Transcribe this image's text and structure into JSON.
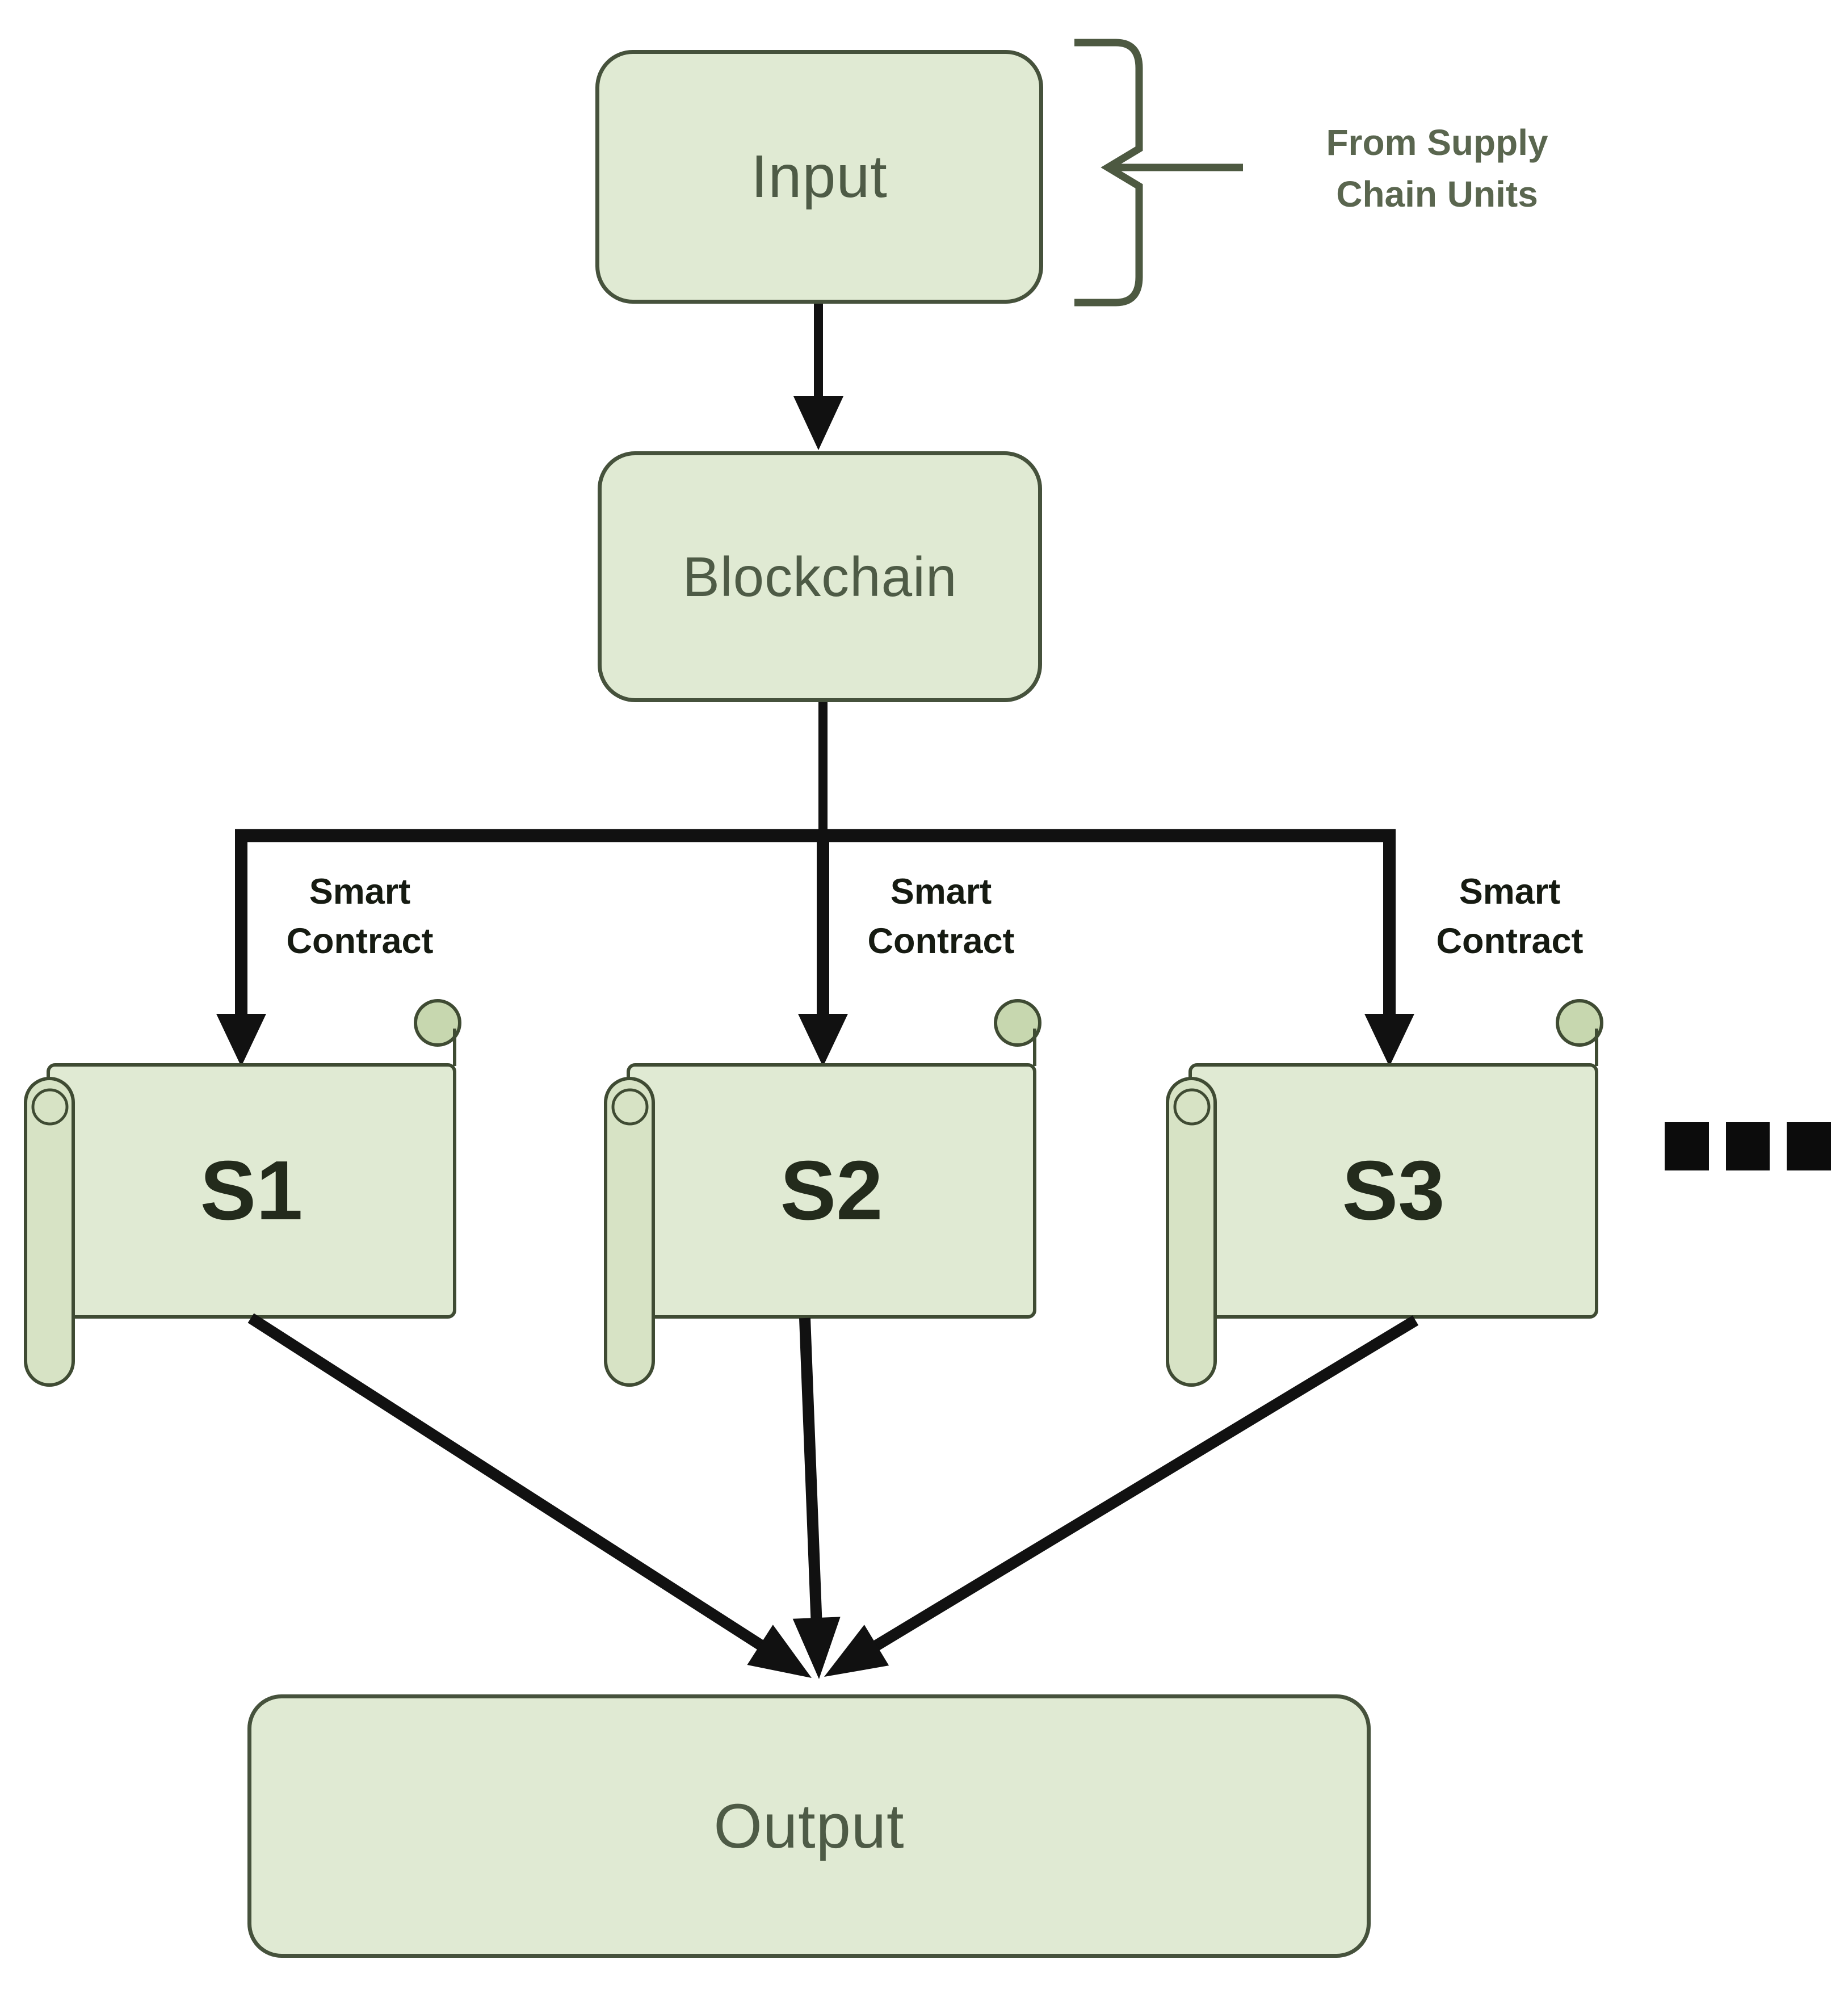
{
  "diagram": {
    "background": "#ffffff",
    "nodes": {
      "input": {
        "label": "Input"
      },
      "blockchain": {
        "label": "Blockchain"
      },
      "scrolls": [
        {
          "label": "S1"
        },
        {
          "label": "S2"
        },
        {
          "label": "S3"
        }
      ],
      "output": {
        "label": "Output"
      }
    },
    "edge_labels": [
      "Smart\nContract",
      "Smart\nContract",
      "Smart\nContract"
    ],
    "annotation": {
      "label": "From Supply\nChain Units"
    },
    "icons": {
      "ellipsis": "more-smart-contracts-ellipsis",
      "brace": "grouping-bracket",
      "scroll": "smart-contract-scroll"
    },
    "colors": {
      "node_fill": "#e0ead3",
      "node_border": "#46523c",
      "node_text": "#4e5b46",
      "scroll_fill": "#e0ead3",
      "scroll_roll_fill": "#d7e3c5",
      "scroll_curl_fill": "#c7d7af",
      "scroll_stroke": "#3f4b33",
      "arrow": "#111111",
      "brace": "#4d5941",
      "edge_label_text": "#161b12",
      "scroll_label_text": "#232b1c",
      "annotation_text": "#5a664f"
    }
  }
}
